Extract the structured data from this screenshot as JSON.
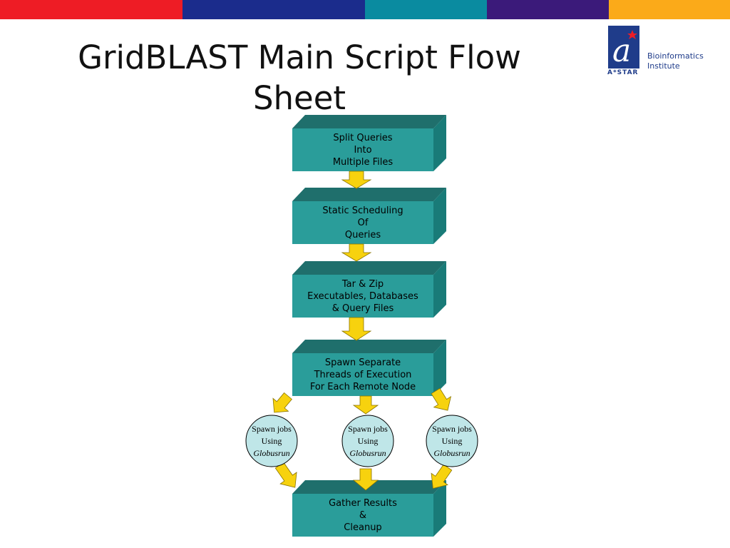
{
  "header": {
    "colors": [
      "#ee1c25",
      "#1b2c8c",
      "#0a8ba0",
      "#3b1a7a",
      "#fbaa19"
    ]
  },
  "slide": {
    "title_line1": "GridBLAST Main Script Flow",
    "title_line2": "Sheet"
  },
  "logo": {
    "mark_letter": "a",
    "star_text": "A*STAR",
    "org_line1": "Bioinformatics",
    "org_line2": "Institute"
  },
  "flow": {
    "box_color": "#2a9d9a",
    "box_side_color": "#197b78",
    "box_top_color": "#1f6f6c",
    "arrow_color": "#f7d20e",
    "node_color": "#bfe6e8",
    "steps": [
      {
        "line1": "Split Queries",
        "line2": "Into",
        "line3": "Multiple Files"
      },
      {
        "line1": "Static Scheduling",
        "line2": "Of",
        "line3": "Queries"
      },
      {
        "line1": "Tar & Zip",
        "line2": "Executables, Databases",
        "line3": "& Query Files"
      },
      {
        "line1": "Spawn Separate",
        "line2": "Threads of Execution",
        "line3": "For Each Remote Node"
      },
      {
        "line1": "Gather Results",
        "line2": "&",
        "line3": "Cleanup"
      }
    ],
    "nodes": [
      {
        "line1": "Spawn jobs",
        "line2": "Using",
        "line3": "Globusrun"
      },
      {
        "line1": "Spawn jobs",
        "line2": "Using",
        "line3": "Globusrun"
      },
      {
        "line1": "Spawn jobs",
        "line2": "Using",
        "line3": "Globusrun"
      }
    ]
  }
}
